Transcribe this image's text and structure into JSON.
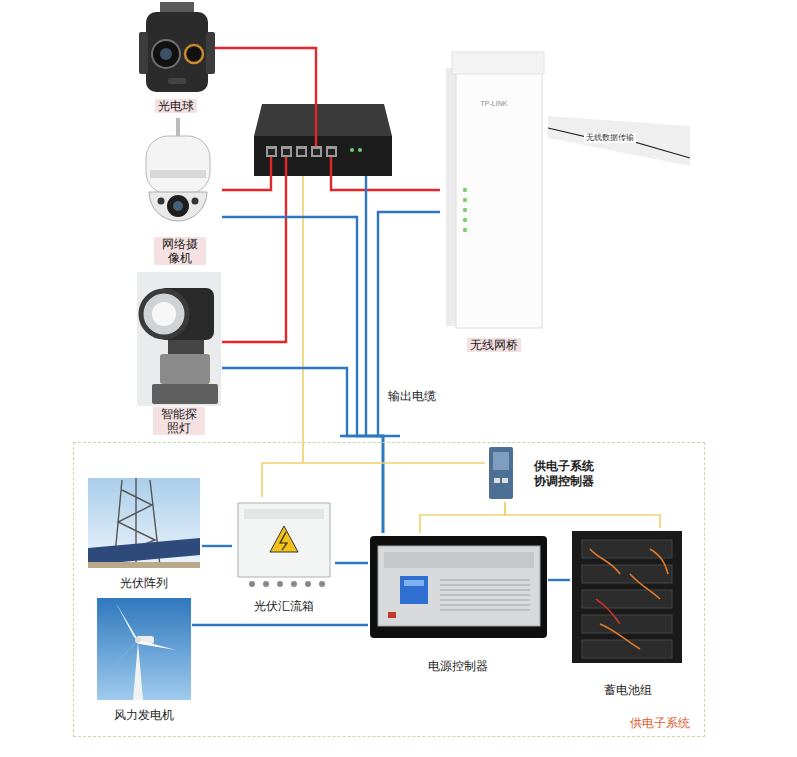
{
  "diagram": {
    "nodes": [
      {
        "text": [
          "供电子系统"
        ]
      },
      {
        "text": [
          "光电球"
        ]
      },
      {
        "text": [
          "网络摄像机"
        ]
      },
      {
        "text": [
          "智能探照灯"
        ]
      },
      {
        "text": [
          "TP-LINK",
          "无线网桥"
        ]
      },
      {
        "text": [
          "供电子系统 协调控制器"
        ],
        "in": 0
      },
      {
        "text": [
          "光伏阵列"
        ],
        "in": 0
      },
      {
        "text": [
          "光伏汇流箱"
        ],
        "in": 0
      },
      {
        "text": [
          "电源控制器"
        ],
        "in": 0
      },
      {
        "text": [
          "蓄电池组"
        ],
        "in": 0
      },
      {
        "text": [
          "风力发电机"
        ],
        "in": 0
      }
    ],
    "edges": [
      {
        "from": 8,
        "to": 2,
        "arrow": "none"
      },
      {
        "from": 8,
        "to": 3,
        "arrow": "none"
      },
      {
        "from": 8,
        "to": 4,
        "arrow": "none"
      },
      {
        "from": 6,
        "to": 7,
        "arrow": "none"
      },
      {
        "from": 7,
        "to": 8,
        "arrow": "none"
      },
      {
        "from": 10,
        "to": 8,
        "arrow": "none"
      },
      {
        "from": 8,
        "to": 9,
        "arrow": "none"
      },
      {
        "from": 5,
        "to": 7,
        "arrow": "none"
      },
      {
        "from": 5,
        "to": 8,
        "arrow": "none"
      },
      {
        "from": 5,
        "to": 9,
        "arrow": "none"
      }
    ],
    "labels": [
      "输出电缆",
      "无线数据传输"
    ]
  }
}
